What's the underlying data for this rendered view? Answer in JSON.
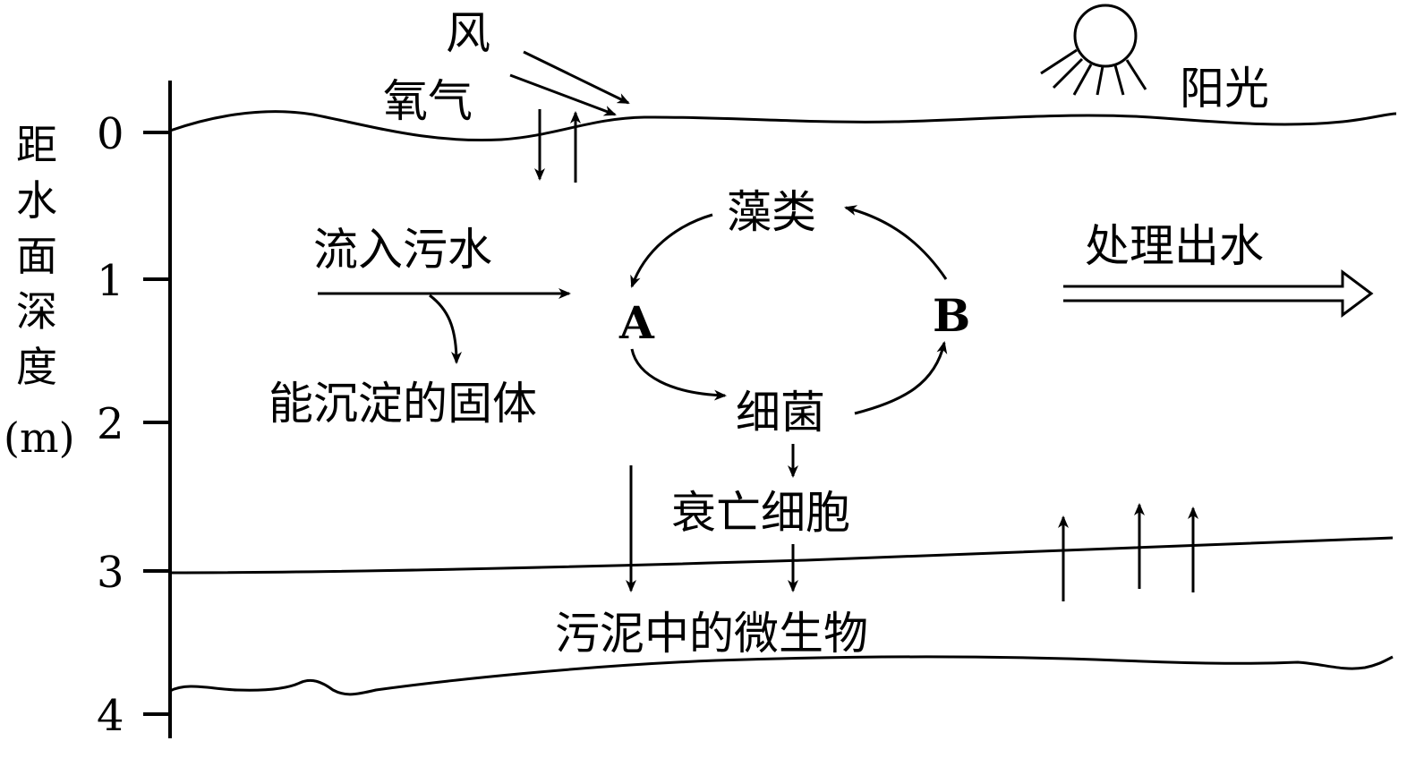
{
  "axis": {
    "title_chars": [
      "距",
      "水",
      "面",
      "深",
      "度"
    ],
    "unit": "(m)",
    "ticks": [
      "0",
      "1",
      "2",
      "3",
      "4"
    ]
  },
  "labels": {
    "wind": "风",
    "oxygen": "氧气",
    "sunlight": "阳光",
    "inflow": "流入污水",
    "settleable": "能沉淀的固体",
    "algae": "藻类",
    "node_a": "A",
    "node_b": "B",
    "bacteria": "细菌",
    "dead_cells": "衰亡细胞",
    "sludge": "污泥中的微生物",
    "outflow": "处理出水"
  }
}
